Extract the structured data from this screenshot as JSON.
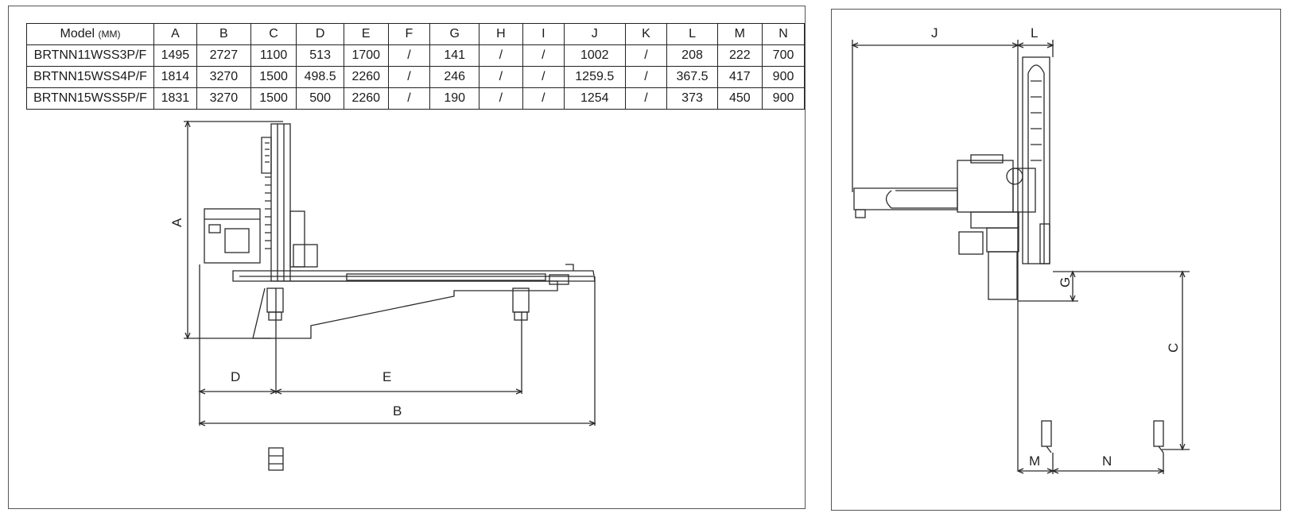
{
  "spec_table": {
    "model_header": "Model",
    "unit_label": "(MM)",
    "column_headers": [
      "A",
      "B",
      "C",
      "D",
      "E",
      "F",
      "G",
      "H",
      "I",
      "J",
      "K",
      "L",
      "M",
      "N"
    ],
    "rows": [
      {
        "model": "BRTNN11WSS3P/F",
        "values": [
          "1495",
          "2727",
          "1100",
          "513",
          "1700",
          "/",
          "141",
          "/",
          "/",
          "1002",
          "/",
          "208",
          "222",
          "700"
        ]
      },
      {
        "model": "BRTNN15WSS4P/F",
        "values": [
          "1814",
          "3270",
          "1500",
          "498.5",
          "2260",
          "/",
          "246",
          "/",
          "/",
          "1259.5",
          "/",
          "367.5",
          "417",
          "900"
        ]
      },
      {
        "model": "BRTNN15WSS5P/F",
        "values": [
          "1831",
          "3270",
          "1500",
          "500",
          "2260",
          "/",
          "190",
          "/",
          "/",
          "1254",
          "/",
          "373",
          "450",
          "900"
        ]
      }
    ]
  },
  "front_view": {
    "dim_labels": {
      "A": "A",
      "B": "B",
      "D": "D",
      "E": "E"
    }
  },
  "side_view": {
    "dim_labels": {
      "J": "J",
      "L": "L",
      "G": "G",
      "C": "C",
      "M": "M",
      "N": "N"
    }
  },
  "colors": {
    "line": "#2a2a2a",
    "frame": "#555555",
    "background": "#ffffff"
  }
}
